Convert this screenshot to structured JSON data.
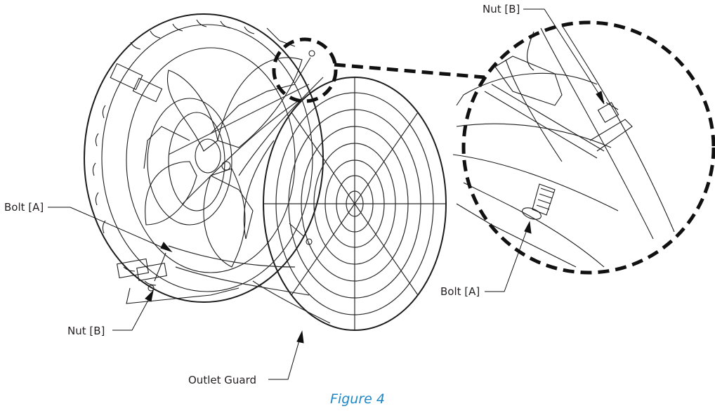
{
  "labels": {
    "nut_b_top": "Nut [B]",
    "bolt_a_left": "Bolt [A]",
    "nut_b_bottom": "Nut [B]",
    "outlet_guard": "Outlet Guard",
    "bolt_a_right": "Bolt [A]"
  },
  "caption": "Figure 4",
  "colors": {
    "caption": "#1f87c7",
    "line": "#1c1c1c"
  }
}
